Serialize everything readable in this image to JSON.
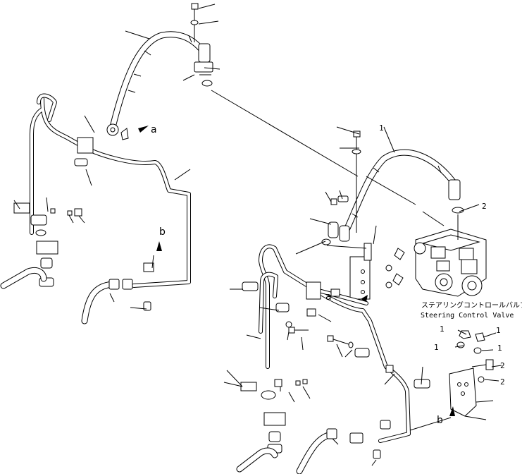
{
  "ref_letters": {
    "a": "a",
    "b": "b"
  },
  "callout_numbers": {
    "one": "1",
    "two": "2"
  },
  "valve_label_jp": "ステアリングコントロールバルブ",
  "valve_label_en": "Steering Control Valve"
}
